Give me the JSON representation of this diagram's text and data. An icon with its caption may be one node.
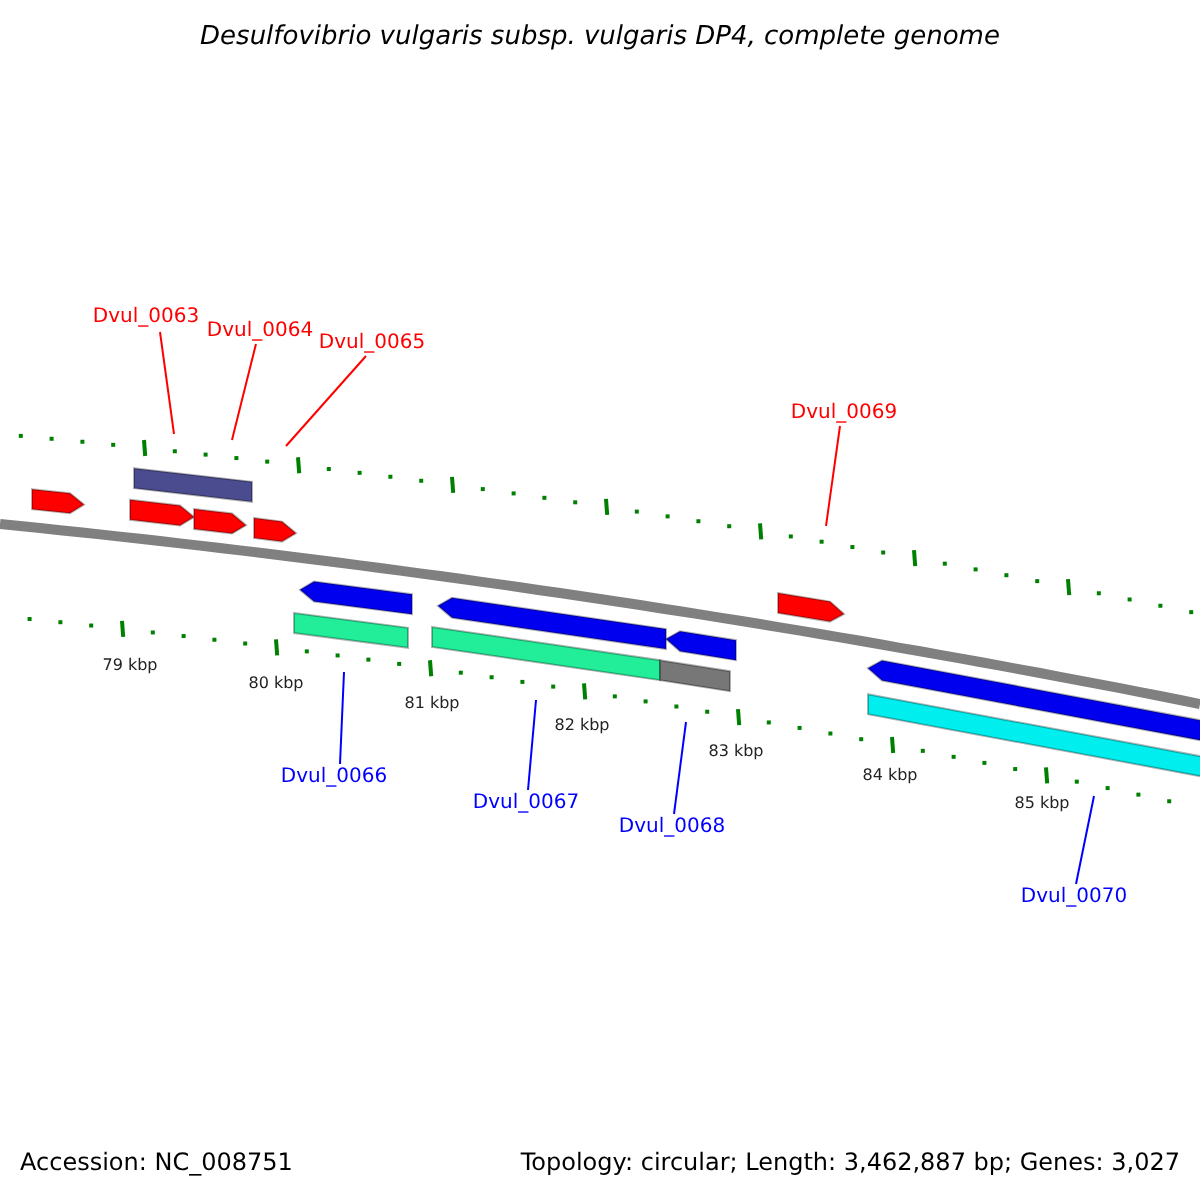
{
  "diagram": {
    "title": "Desulfovibrio vulgaris subsp. vulgaris DP4, complete genome",
    "nodes": [
      {
        "text": [
          "Dvul_0063"
        ]
      },
      {
        "text": [
          "Dvul_0064"
        ]
      },
      {
        "text": [
          "Dvul_0065"
        ]
      },
      {
        "text": [
          "Dvul_0069"
        ]
      },
      {
        "text": [
          "Dvul_0066"
        ]
      },
      {
        "text": [
          "Dvul_0067"
        ]
      },
      {
        "text": [
          "Dvul_0068"
        ]
      },
      {
        "text": [
          "Dvul_0070"
        ]
      }
    ],
    "edges": [
      {
        "from": 0,
        "to": null,
        "arrow": "none",
        "color": "#ff0000"
      },
      {
        "from": 1,
        "to": null,
        "arrow": "none",
        "color": "#ff0000"
      },
      {
        "from": 2,
        "to": null,
        "arrow": "none",
        "color": "#ff0000"
      },
      {
        "from": 3,
        "to": null,
        "arrow": "none",
        "color": "#ff0000"
      },
      {
        "from": 4,
        "to": null,
        "arrow": "none",
        "color": "#0000ff"
      },
      {
        "from": 5,
        "to": null,
        "arrow": "none",
        "color": "#0000ff"
      },
      {
        "from": 6,
        "to": null,
        "arrow": "none",
        "color": "#0000ff"
      },
      {
        "from": 7,
        "to": null,
        "arrow": "none",
        "color": "#0000ff"
      }
    ],
    "labels": [
      "79 kbp",
      "80 kbp",
      "81 kbp",
      "82 kbp",
      "83 kbp",
      "84 kbp",
      "85 kbp",
      "Accession: NC_008751",
      "Topology: circular; Length: 3,462,887 bp; Genes: 3,027"
    ]
  }
}
